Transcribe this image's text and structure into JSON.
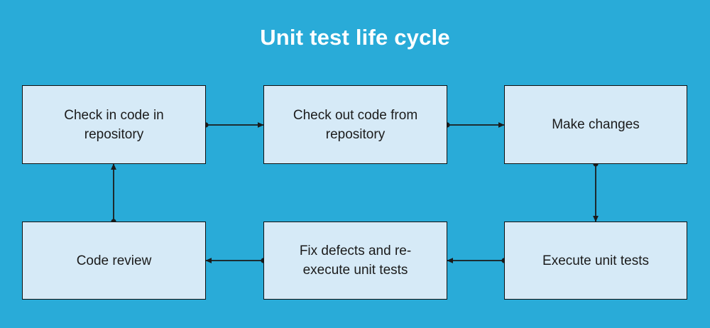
{
  "diagram": {
    "title": "Unit test life cycle",
    "background_color": "#29abd8",
    "node_fill_color": "#d6eaf7",
    "node_border_color": "#111111",
    "title_color": "#ffffff",
    "edge_color": "#1b1b1b",
    "nodes": [
      {
        "id": "checkin",
        "label": "Check in code in\nrepository"
      },
      {
        "id": "checkout",
        "label": "Check out code from\nrepository"
      },
      {
        "id": "makechanges",
        "label": "Make changes"
      },
      {
        "id": "codereview",
        "label": "Code review"
      },
      {
        "id": "fixdefects",
        "label": "Fix defects and re-\nexecute unit tests"
      },
      {
        "id": "executetests",
        "label": "Execute unit tests"
      }
    ],
    "edges": [
      {
        "from": "checkin",
        "to": "checkout",
        "direction": "right"
      },
      {
        "from": "checkout",
        "to": "makechanges",
        "direction": "right"
      },
      {
        "from": "makechanges",
        "to": "executetests",
        "direction": "down"
      },
      {
        "from": "executetests",
        "to": "fixdefects",
        "direction": "left"
      },
      {
        "from": "fixdefects",
        "to": "codereview",
        "direction": "left"
      },
      {
        "from": "codereview",
        "to": "checkin",
        "direction": "up"
      }
    ]
  }
}
